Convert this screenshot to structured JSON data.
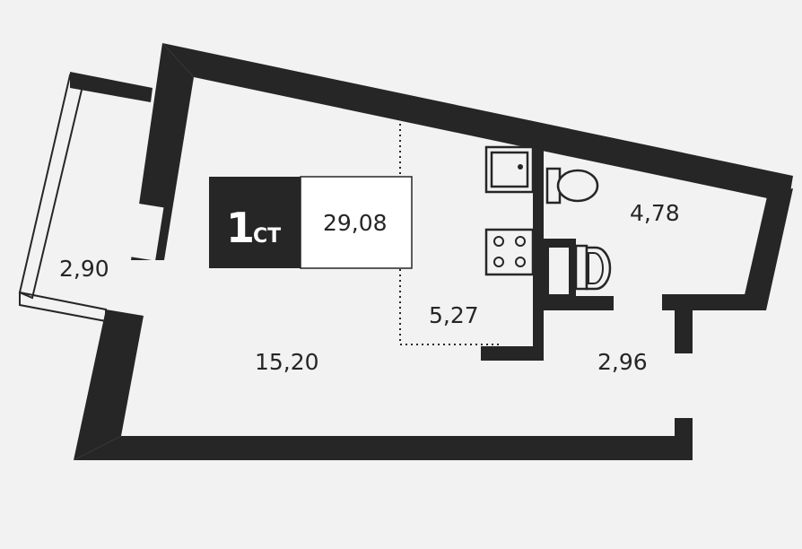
{
  "badge": {
    "rooms": "1",
    "suffix": "СТ",
    "total_area": "29,08"
  },
  "areas": {
    "room": "15,20",
    "kitchen": "5,27",
    "bathroom": "4,78",
    "hall": "2,96",
    "balcony": "2,90"
  },
  "colors": {
    "wall": "#262626",
    "background": "#f2f2f2",
    "badge_dark": "#262626",
    "badge_light": "#ffffff"
  }
}
